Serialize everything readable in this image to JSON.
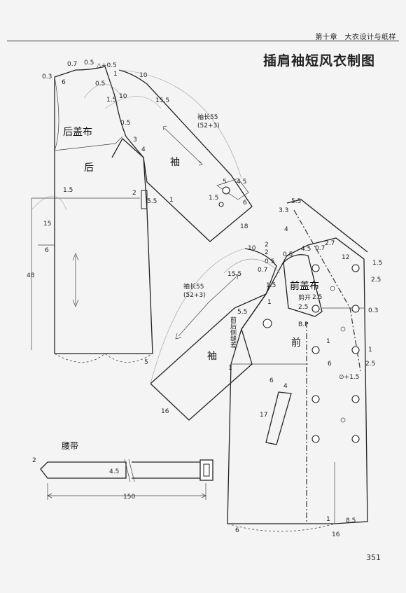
{
  "header": {
    "chapter": "第十章　大衣设计与纸样",
    "title": "插肩袖短风衣制图"
  },
  "page_number": "351",
  "back_piece": {
    "label": "后",
    "yoke_label": "后盖布",
    "measurements": [
      "0.7",
      "0.5",
      "△+0.5",
      "0.3",
      "6",
      "0.5",
      "1",
      "10",
      "10",
      "1.5",
      "15.5",
      "0.5",
      "3",
      "4",
      "1.5",
      "15",
      "6",
      "48",
      "2",
      "5.5",
      "1",
      "5"
    ]
  },
  "back_sleeve": {
    "label": "袖",
    "length_label": "袖长55",
    "length_sub": "(52+3)",
    "measurements": [
      "5",
      "4.5",
      "1.5",
      "6",
      "18"
    ]
  },
  "front_piece": {
    "label": "前",
    "yoke_label": "前盖布",
    "cut_label": "剪开",
    "bp_label": "B.P",
    "side_seam_note": "前后侧缝差",
    "measurements": [
      "5.5",
      "3.3",
      "4",
      "0.7",
      "2.7",
      "2",
      "0.5",
      "4.5",
      "12",
      "1.5",
      "2.5",
      "2.5",
      "2.5",
      "0.3",
      "1",
      "1",
      "6",
      "2.5",
      "⊙+1.5",
      "6",
      "4",
      "17",
      "1",
      "8.5",
      "16",
      "6",
      "1"
    ]
  },
  "front_sleeve": {
    "label": "袖",
    "length_label": "袖长55",
    "length_sub": "(52+3)",
    "measurements": [
      "10",
      "2",
      "0.5",
      "15.5",
      "0.7",
      "1.5",
      "5.5",
      "16",
      "1"
    ]
  },
  "belt": {
    "label": "腰带",
    "width": "4.5",
    "length": "150",
    "end": "2"
  }
}
